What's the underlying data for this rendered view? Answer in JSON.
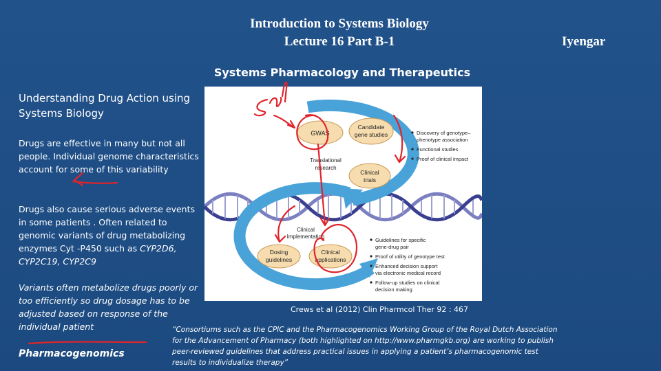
{
  "slide": {
    "title_line1": "Introduction  to Systems Biology",
    "title_line2": "Lecture  16 Part B-1",
    "author": "Iyengar",
    "subtitle": "Systems  Pharmacology and Therapeutics"
  },
  "left": {
    "heading": "Understanding Drug Action  using Systems Biology",
    "para1": "Drugs are effective  in many but not all people. Individual genome characteristics account for some of this variability",
    "para2_pre": "Drugs also  cause serious adverse events in some patients . Often related to genomic variants of drug metabolizing enzymes  Cyt -P450  such as ",
    "para2_genes": "CYP2D6, CYP2C19, CYP2C9",
    "para3": " Variants often metabolize drugs poorly or too efficiently so  drug dosage has to be adjusted based on response of  the individual patient",
    "keyword": "Pharmacogenomics"
  },
  "figure": {
    "nodes": {
      "gwas": "GWAS",
      "candidate_1": "Candidate",
      "candidate_2": "gene studies",
      "translational_1": "Translational",
      "translational_2": "research",
      "clinical_trials_1": "Clinical",
      "clinical_trials_2": "trials",
      "clinical_impl_1": "Clinical",
      "clinical_impl_2": "Implementation",
      "dosing_1": "Dosing",
      "dosing_2": "guidelines",
      "clinapp_1": "Clinical",
      "clinapp_2": "applications"
    },
    "bullets_top": [
      [
        "Discovery of genotype–",
        "phenotype association"
      ],
      [
        "Functional studies"
      ],
      [
        "Proof of clinical impact"
      ]
    ],
    "bullets_bottom": [
      [
        "Guidelines for specific",
        "gene-drug pair"
      ],
      [
        "Proof of utility of genotype test"
      ],
      [
        "Enhanced decision support",
        "via electronic medical record"
      ],
      [
        "Follow-up studies on clinical",
        "decision making"
      ]
    ],
    "colors": {
      "arrow": "#4aa3d8",
      "node_fill": "#f6dcae",
      "node_stroke": "#c89a55",
      "ink": "#e0242b"
    }
  },
  "caption": "Crews et al (2012)  Clin Pharmcol Ther 92 : 467",
  "quote": "“Consortiums such as the CPIC and the Pharmacogenomics Working Group of the Royal Dutch Association for the Advancement of Pharmacy (both highlighted on http://www.pharmgkb.org) are working to publish peer-reviewed guidelines that address practical issues in applying a patient’s pharmacogenomic test results to individualize therapy”"
}
